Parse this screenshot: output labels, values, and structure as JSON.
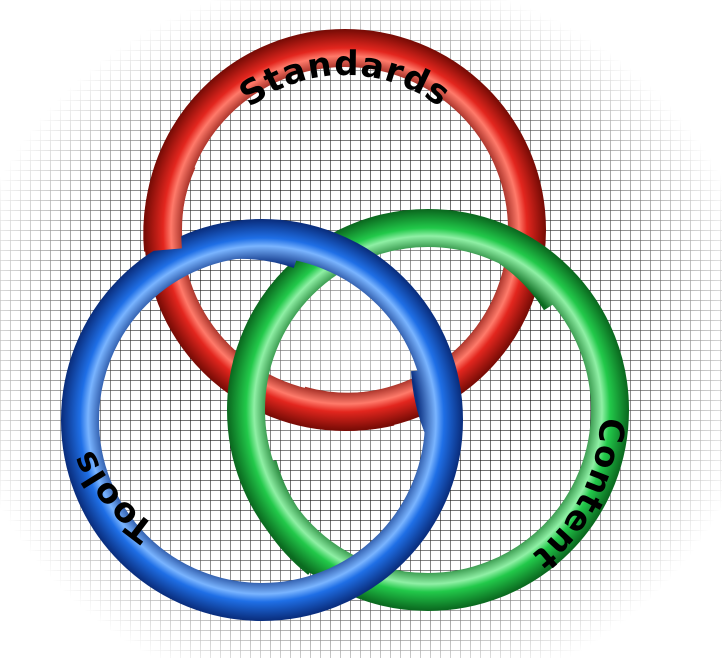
{
  "diagram": {
    "rings": [
      {
        "id": "standards",
        "label": "Standards",
        "color": "#e3261e",
        "dark": "#7a0c06",
        "light": "#ff7a6a"
      },
      {
        "id": "tools",
        "label": "Tools",
        "color": "#1f6fe6",
        "dark": "#0a2f80",
        "light": "#79b4ff"
      },
      {
        "id": "content",
        "label": "Content",
        "color": "#22c94a",
        "dark": "#0b6b20",
        "light": "#8ff0a5"
      }
    ],
    "background": {
      "grid_color": "#222222",
      "style": "fading-grid"
    }
  }
}
